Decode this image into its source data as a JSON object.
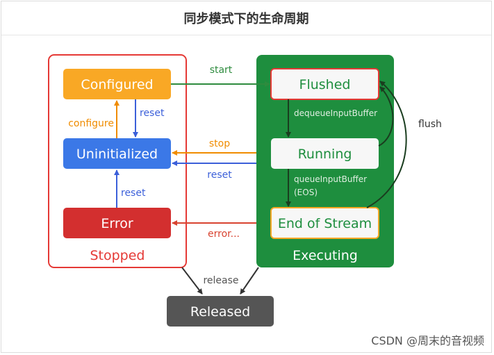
{
  "title": "同步模式下的生命周期",
  "groups": {
    "stopped": {
      "label": "Stopped",
      "color": "#e53935"
    },
    "executing": {
      "label": "Executing",
      "color": "#1e8e3e"
    }
  },
  "states": {
    "configured": {
      "label": "Configured",
      "color": "#f9a825"
    },
    "uninitialized": {
      "label": "Uninitialized",
      "color": "#3b78e7"
    },
    "error": {
      "label": "Error",
      "color": "#d32f2f"
    },
    "flushed": {
      "label": "Flushed"
    },
    "running": {
      "label": "Running"
    },
    "end_of_stream": {
      "label": "End of Stream"
    },
    "released": {
      "label": "Released",
      "color": "#555555"
    }
  },
  "transitions": {
    "start": "start",
    "reset_down": "reset",
    "configure": "configure",
    "reset_error": "reset",
    "stop": "stop",
    "reset_exec": "reset",
    "error": "error...",
    "dequeue": "dequeueInputBuffer",
    "queue_line1": "queueInputBuffer",
    "queue_line2": "(EOS)",
    "flush": "flush",
    "release": "release"
  },
  "watermark": "CSDN @周末的音视频"
}
